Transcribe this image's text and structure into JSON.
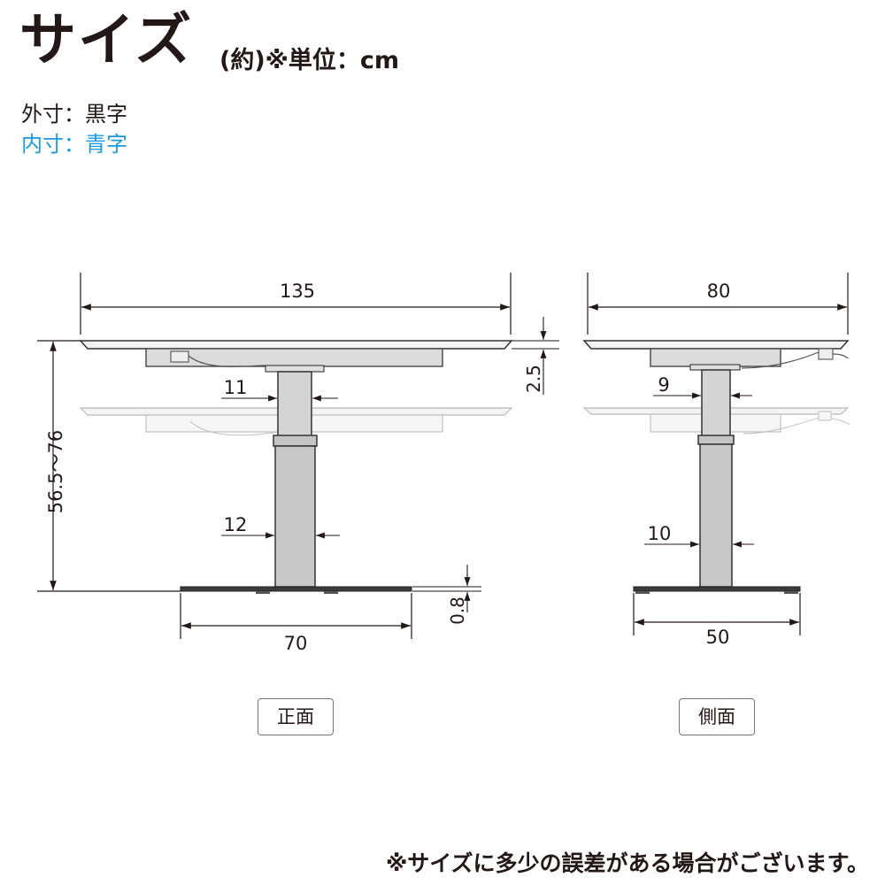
{
  "title": "サイズ",
  "unit_note": "(約)※単位：cm",
  "legend": {
    "outer": "外寸：黒字",
    "inner": "内寸：青字",
    "colors": {
      "outer": "#231815",
      "inner": "#1a9be0"
    }
  },
  "front_view": {
    "label": "正面",
    "width": "135",
    "height_range": "56.5～76",
    "top_thickness": "2.5",
    "upper_column": "11",
    "lower_column": "12",
    "base_width": "70",
    "base_thickness": "0.8"
  },
  "side_view": {
    "label": "側面",
    "depth": "80",
    "upper_column": "9",
    "lower_column": "10",
    "base_depth": "50"
  },
  "footnote": "※サイズに多少の誤差がある場合がございます。"
}
